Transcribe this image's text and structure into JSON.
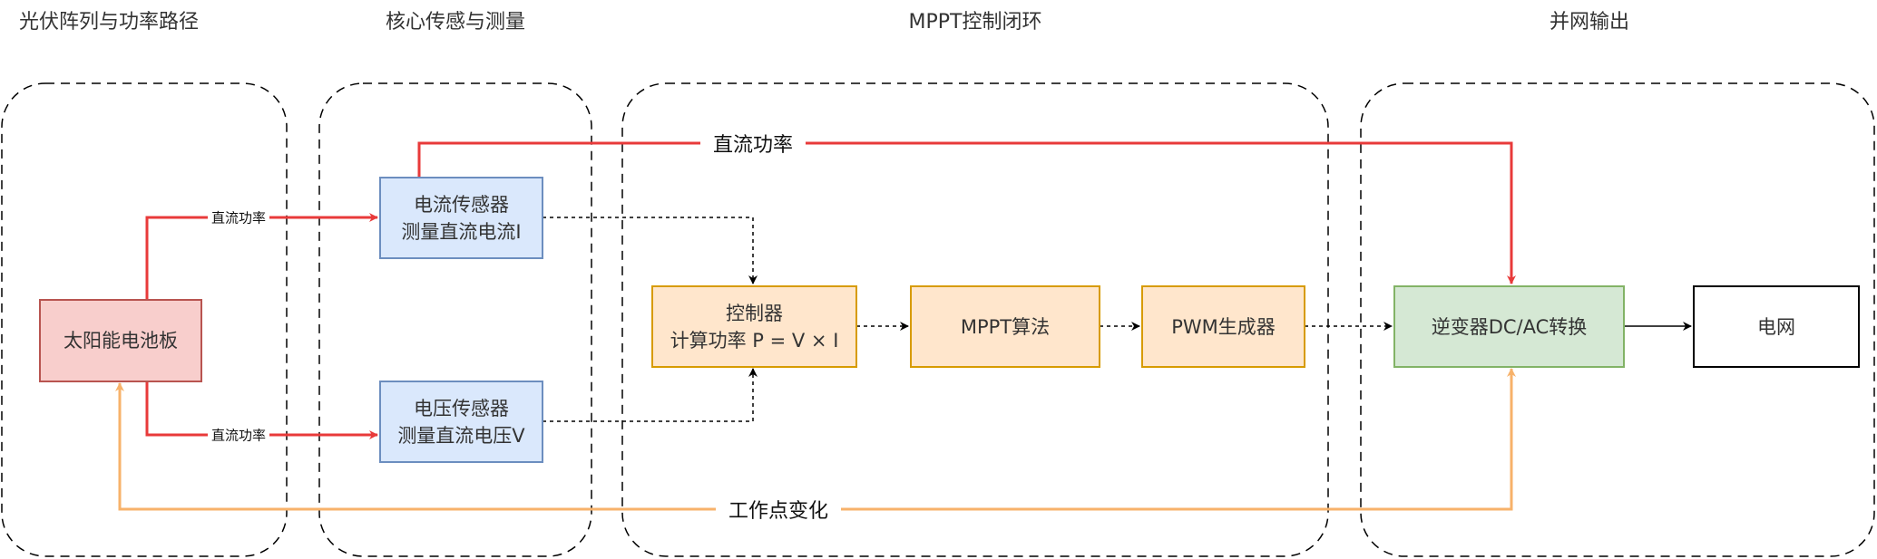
{
  "groups": [
    {
      "id": "pv",
      "title": "光伏阵列与功率路径"
    },
    {
      "id": "sense",
      "title": "核心传感与测量"
    },
    {
      "id": "mppt",
      "title": "MPPT控制闭环"
    },
    {
      "id": "grid",
      "title": "并网输出"
    }
  ],
  "nodes": {
    "solar_panel": "太阳能电池板",
    "current_sensor": "电流传感器\n测量直流电流I",
    "voltage_sensor": "电压传感器\n测量直流电压V",
    "controller": "控制器\n计算功率 P = V × I",
    "mppt_algorithm": "MPPT算法",
    "pwm_generator": "PWM生成器",
    "inverter": "逆变器DC/AC转换",
    "grid": "电网"
  },
  "edges": {
    "panel_to_current": "直流功率",
    "panel_to_voltage": "直流功率",
    "dc_power_to_inverter": "直流功率",
    "operating_point_feedback": "工作点变化"
  },
  "colors": {
    "power": "#e83a3a",
    "feedback": "#f7b26a",
    "signal": "#000000",
    "group_border": "#000000"
  }
}
